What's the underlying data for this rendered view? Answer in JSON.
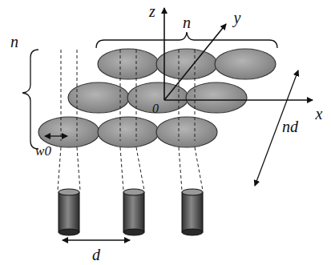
{
  "diagram": {
    "labels": [
      "z",
      "y",
      "n",
      "n",
      "nd",
      "x",
      "0",
      "w0",
      "d"
    ]
  }
}
